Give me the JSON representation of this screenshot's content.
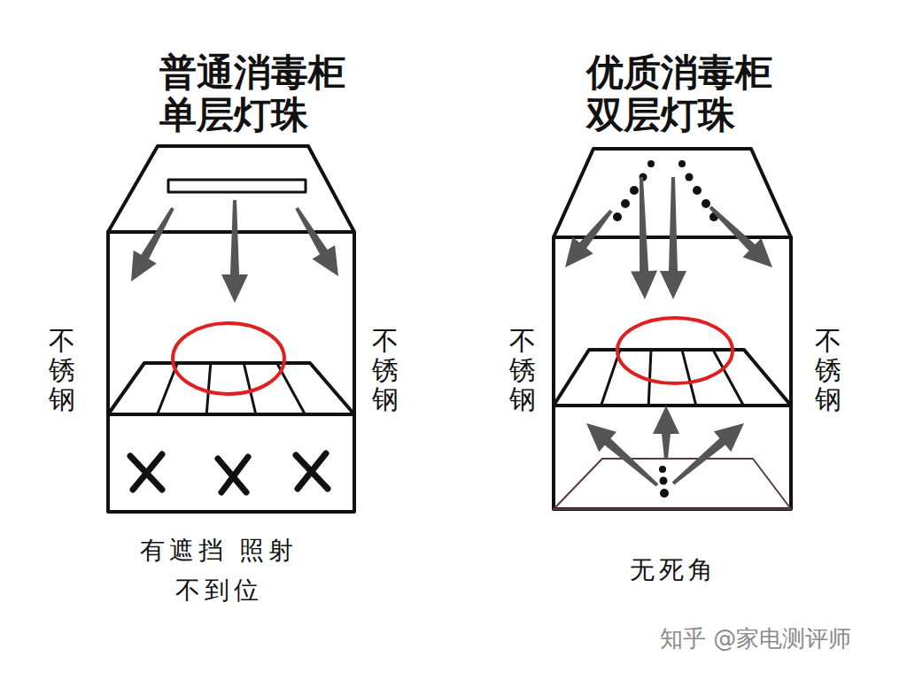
{
  "diagram": {
    "nodes": [
      {
        "text": [
          "普通消毒柜 单层灯珠",
          "不锈钢",
          "不锈钢",
          "有遮挡 照射不到位"
        ]
      },
      {
        "text": [
          "优质消毒柜 双层灯珠",
          "不锈钢",
          "不锈钢",
          "无死角"
        ]
      }
    ],
    "labels": [
      "知乎 @家电测评师"
    ]
  }
}
